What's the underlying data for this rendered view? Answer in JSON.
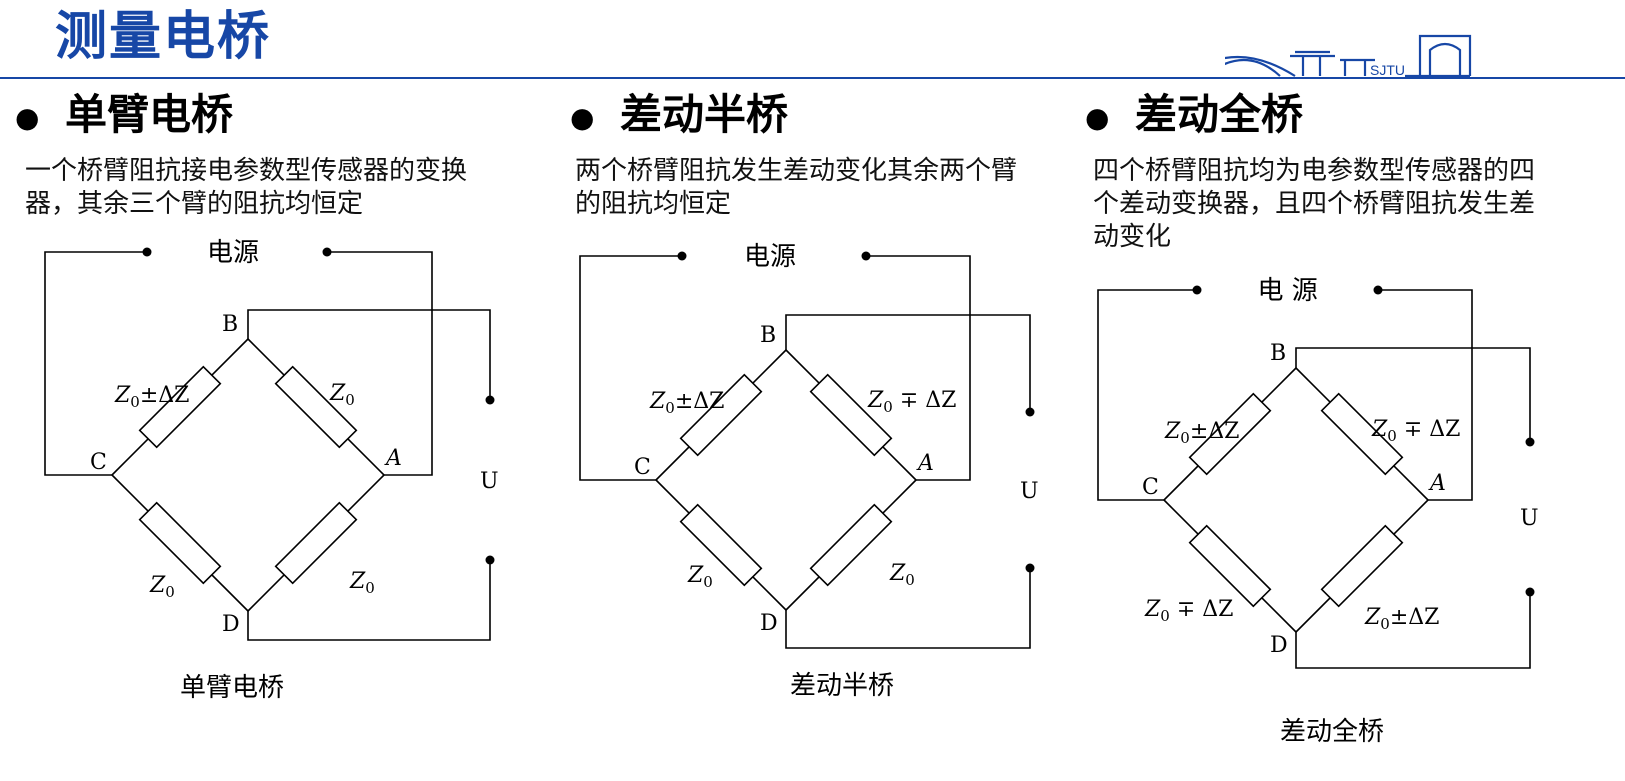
{
  "slide": {
    "title": "测量电桥",
    "accent_color": "#1747a6",
    "logo_text": "SJTU"
  },
  "sections": [
    {
      "heading": "单臂电桥",
      "description_lines": [
        "一个桥臂阻抗接电参数型传感器的变换",
        "器，其余三个臂的阻抗均恒定"
      ],
      "diagram": {
        "power_label": "电源",
        "output_label": "U",
        "nodes": {
          "top": "B",
          "left": "C",
          "right": "A",
          "bottom": "D"
        },
        "arms": {
          "top_left": "Z0±ΔZ",
          "top_right": "Z0",
          "bottom_left": "Z0",
          "bottom_right": "Z0"
        }
      },
      "caption": "单臂电桥"
    },
    {
      "heading": "差动半桥",
      "description_lines": [
        "两个桥臂阻抗发生差动变化其余两个臂",
        "的阻抗均恒定"
      ],
      "diagram": {
        "power_label": "电源",
        "output_label": "U",
        "nodes": {
          "top": "B",
          "left": "C",
          "right": "A",
          "bottom": "D"
        },
        "arms": {
          "top_left": "Z0±ΔZ",
          "top_right": "Z0 ∓ ΔZ",
          "bottom_left": "Z0",
          "bottom_right": "Z0"
        }
      },
      "caption": "差动半桥"
    },
    {
      "heading": "差动全桥",
      "description_lines": [
        "四个桥臂阻抗均为电参数型传感器的四",
        "个差动变换器，且四个桥臂阻抗发生差",
        "动变化"
      ],
      "diagram": {
        "power_label": "电 源",
        "output_label": "U",
        "nodes": {
          "top": "B",
          "left": "C",
          "right": "A",
          "bottom": "D"
        },
        "arms": {
          "top_left": "Z0±ΔZ",
          "top_right": "Z0 ∓ ΔZ",
          "bottom_left": "Z0 ∓ ΔZ",
          "bottom_right": "Z0±ΔZ"
        }
      },
      "caption": "差动全桥"
    }
  ]
}
